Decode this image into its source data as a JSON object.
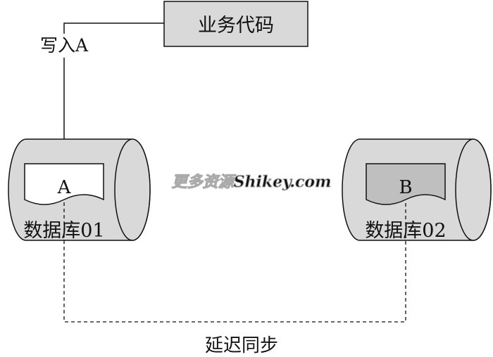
{
  "business_code": {
    "label": "业务代码"
  },
  "write_arrow": {
    "label": "写入A"
  },
  "databases": [
    {
      "name": "数据库01",
      "record_label": "A",
      "record_fill": "#ffffff"
    },
    {
      "name": "数据库02",
      "record_label": "B",
      "record_fill": "#bfbfbf"
    }
  ],
  "sync_link": {
    "label": "延迟同步"
  },
  "watermark": {
    "text": "更多资源Shikey.com"
  },
  "colors": {
    "box_fill": "#d9d9d9",
    "cylinder_fill": "#d9d9d9",
    "stroke": "#111111",
    "watermark": "#aaaaaa"
  }
}
